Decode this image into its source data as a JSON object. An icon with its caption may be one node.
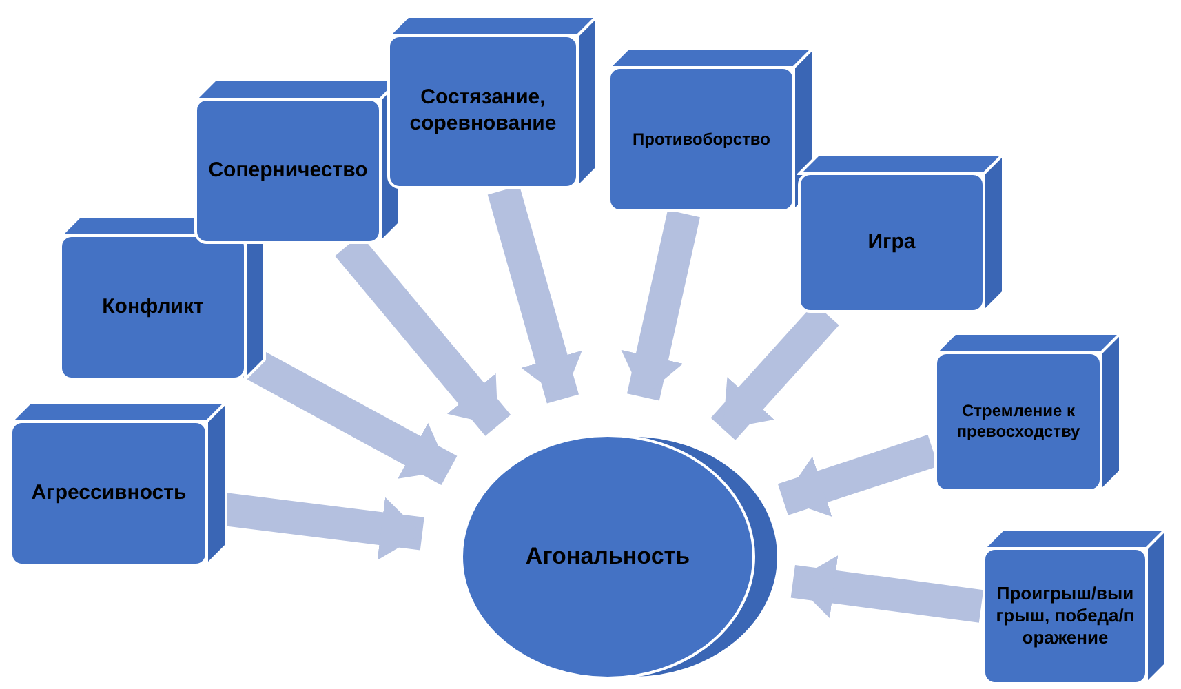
{
  "diagram": {
    "nodes": [
      {
        "text": [
          "Агрессивность"
        ]
      },
      {
        "text": [
          "Конфликт"
        ]
      },
      {
        "text": [
          "Соперничество"
        ]
      },
      {
        "text": [
          "Состязание, соревнование"
        ]
      },
      {
        "text": [
          "Противоборство"
        ]
      },
      {
        "text": [
          "Игра"
        ]
      },
      {
        "text": [
          "Стремление к превосходству"
        ]
      },
      {
        "text": [
          "Проигрыш/выигрыш, победа/поражение"
        ]
      },
      {
        "text": [
          "Агональность"
        ]
      }
    ],
    "edges": [
      {
        "from": 0,
        "to": 8,
        "arrow": "to"
      },
      {
        "from": 1,
        "to": 8,
        "arrow": "to"
      },
      {
        "from": 2,
        "to": 8,
        "arrow": "to"
      },
      {
        "from": 3,
        "to": 8,
        "arrow": "to"
      },
      {
        "from": 4,
        "to": 8,
        "arrow": "to"
      },
      {
        "from": 5,
        "to": 8,
        "arrow": "to"
      },
      {
        "from": 6,
        "to": 8,
        "arrow": "to"
      },
      {
        "from": 7,
        "to": 8,
        "arrow": "to"
      }
    ]
  }
}
